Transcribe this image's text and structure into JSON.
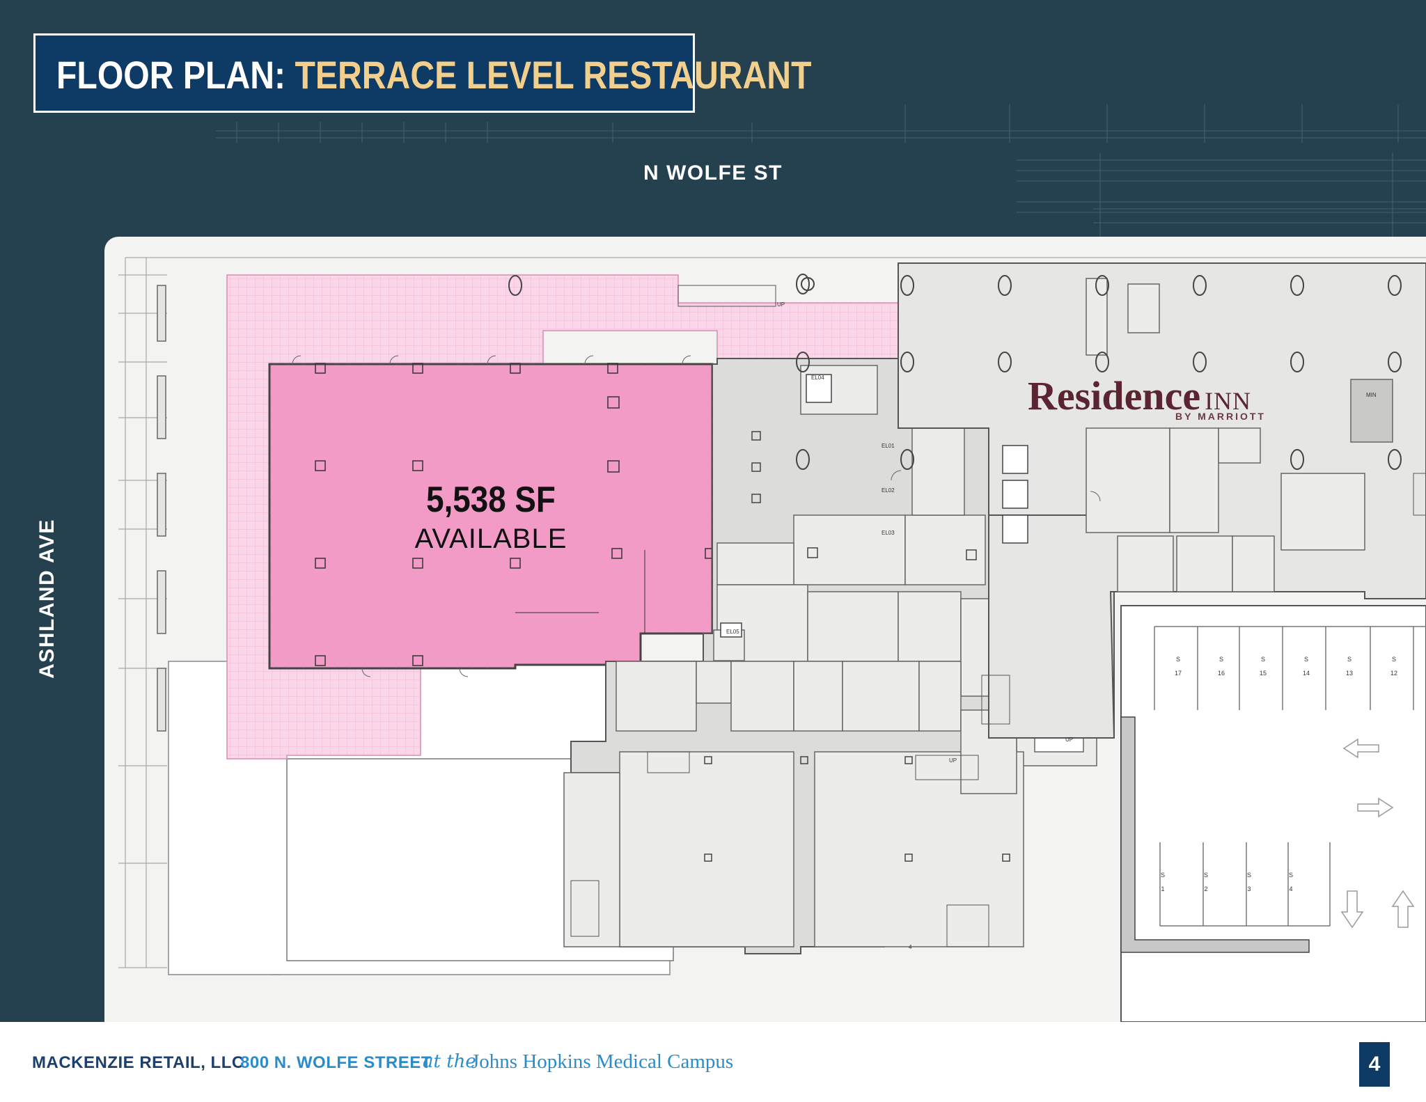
{
  "header": {
    "title_prefix": "FLOOR PLAN:",
    "title_highlight": "TERRACE LEVEL RESTAURANT"
  },
  "streets": {
    "top": "N WOLFE ST",
    "left": "ASHLAND AVE"
  },
  "space": {
    "area": "5,538 SF",
    "status": "AVAILABLE"
  },
  "neighbor": {
    "brand": "Residence",
    "brand_suffix": "INN",
    "brand_byline": "BY MARRIOTT"
  },
  "parking": {
    "top_row": [
      "17",
      "16",
      "15",
      "14",
      "13",
      "12"
    ],
    "bottom_row": [
      "1",
      "2",
      "3",
      "4"
    ],
    "space_letter": "S"
  },
  "plan_labels": [
    "UP",
    "EL01",
    "EL02",
    "EL03",
    "EL04",
    "EL05",
    "MIN",
    "4"
  ],
  "footer": {
    "company": "MACKENZIE RETAIL, LLC",
    "address": "800 N. WOLFE STREET",
    "connector": "at the",
    "campus": "Johns Hopkins Medical Campus",
    "page_number": "4"
  },
  "colors": {
    "background": "#25404f",
    "title_box": "#0d3b66",
    "title_accent": "#f3cf8e",
    "available_space": "#f29bc6",
    "terrace": "#f9d6e8",
    "footer_blue": "#2c8cc9",
    "brand": "#5a2530"
  }
}
